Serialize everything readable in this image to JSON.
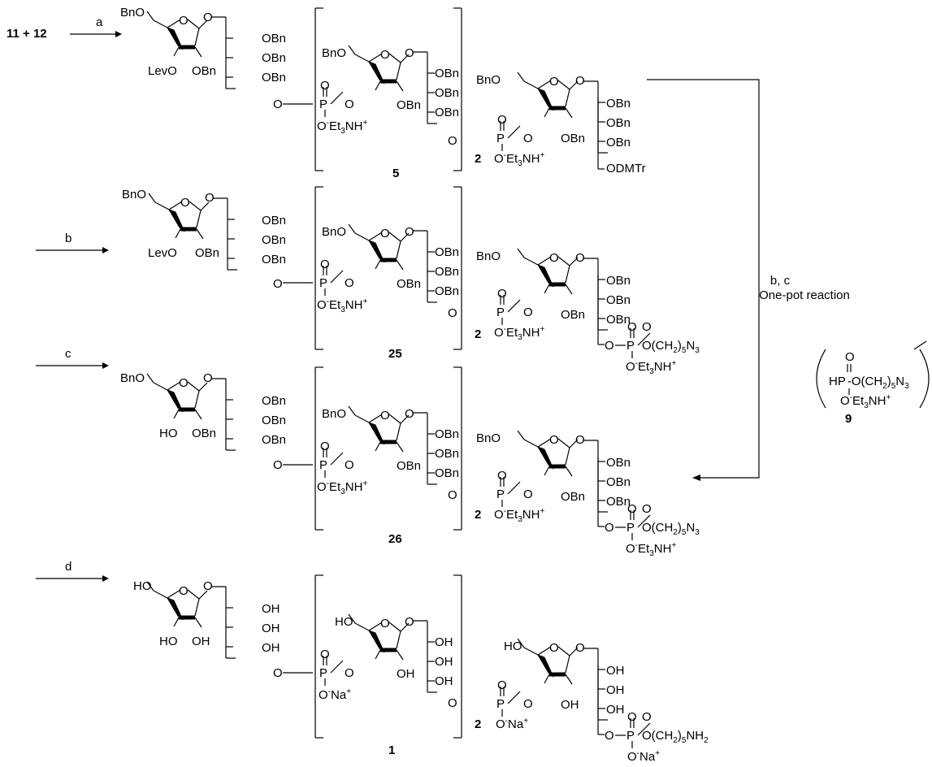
{
  "scheme": {
    "start_label": "11 + 12",
    "steps": [
      {
        "reagent": "a",
        "compound": "5",
        "terminus": "ODMTr"
      },
      {
        "reagent": "b",
        "compound": "25",
        "terminus": "phosphodiester"
      },
      {
        "reagent": "c",
        "compound": "26",
        "terminus": "phosphodiester"
      },
      {
        "reagent": "d",
        "compound": "1",
        "terminus": "phosphodiester"
      }
    ],
    "one_pot": {
      "reagents": "b, c",
      "label": "One-pot reaction"
    },
    "reagent_structure": {
      "compound": "9"
    },
    "repeat_subscript": "2"
  },
  "text": {
    "bno": "BnO",
    "obn": "OBn",
    "levo": "LevO",
    "ho": "HO",
    "oh": "OH",
    "o": "O",
    "p": "P",
    "hp": "HP",
    "et3nh_pre": "O",
    "et3nh": "Et",
    "na": "Na",
    "linker_n3": "O(CH",
    "linker_nh2": "O(CH"
  }
}
